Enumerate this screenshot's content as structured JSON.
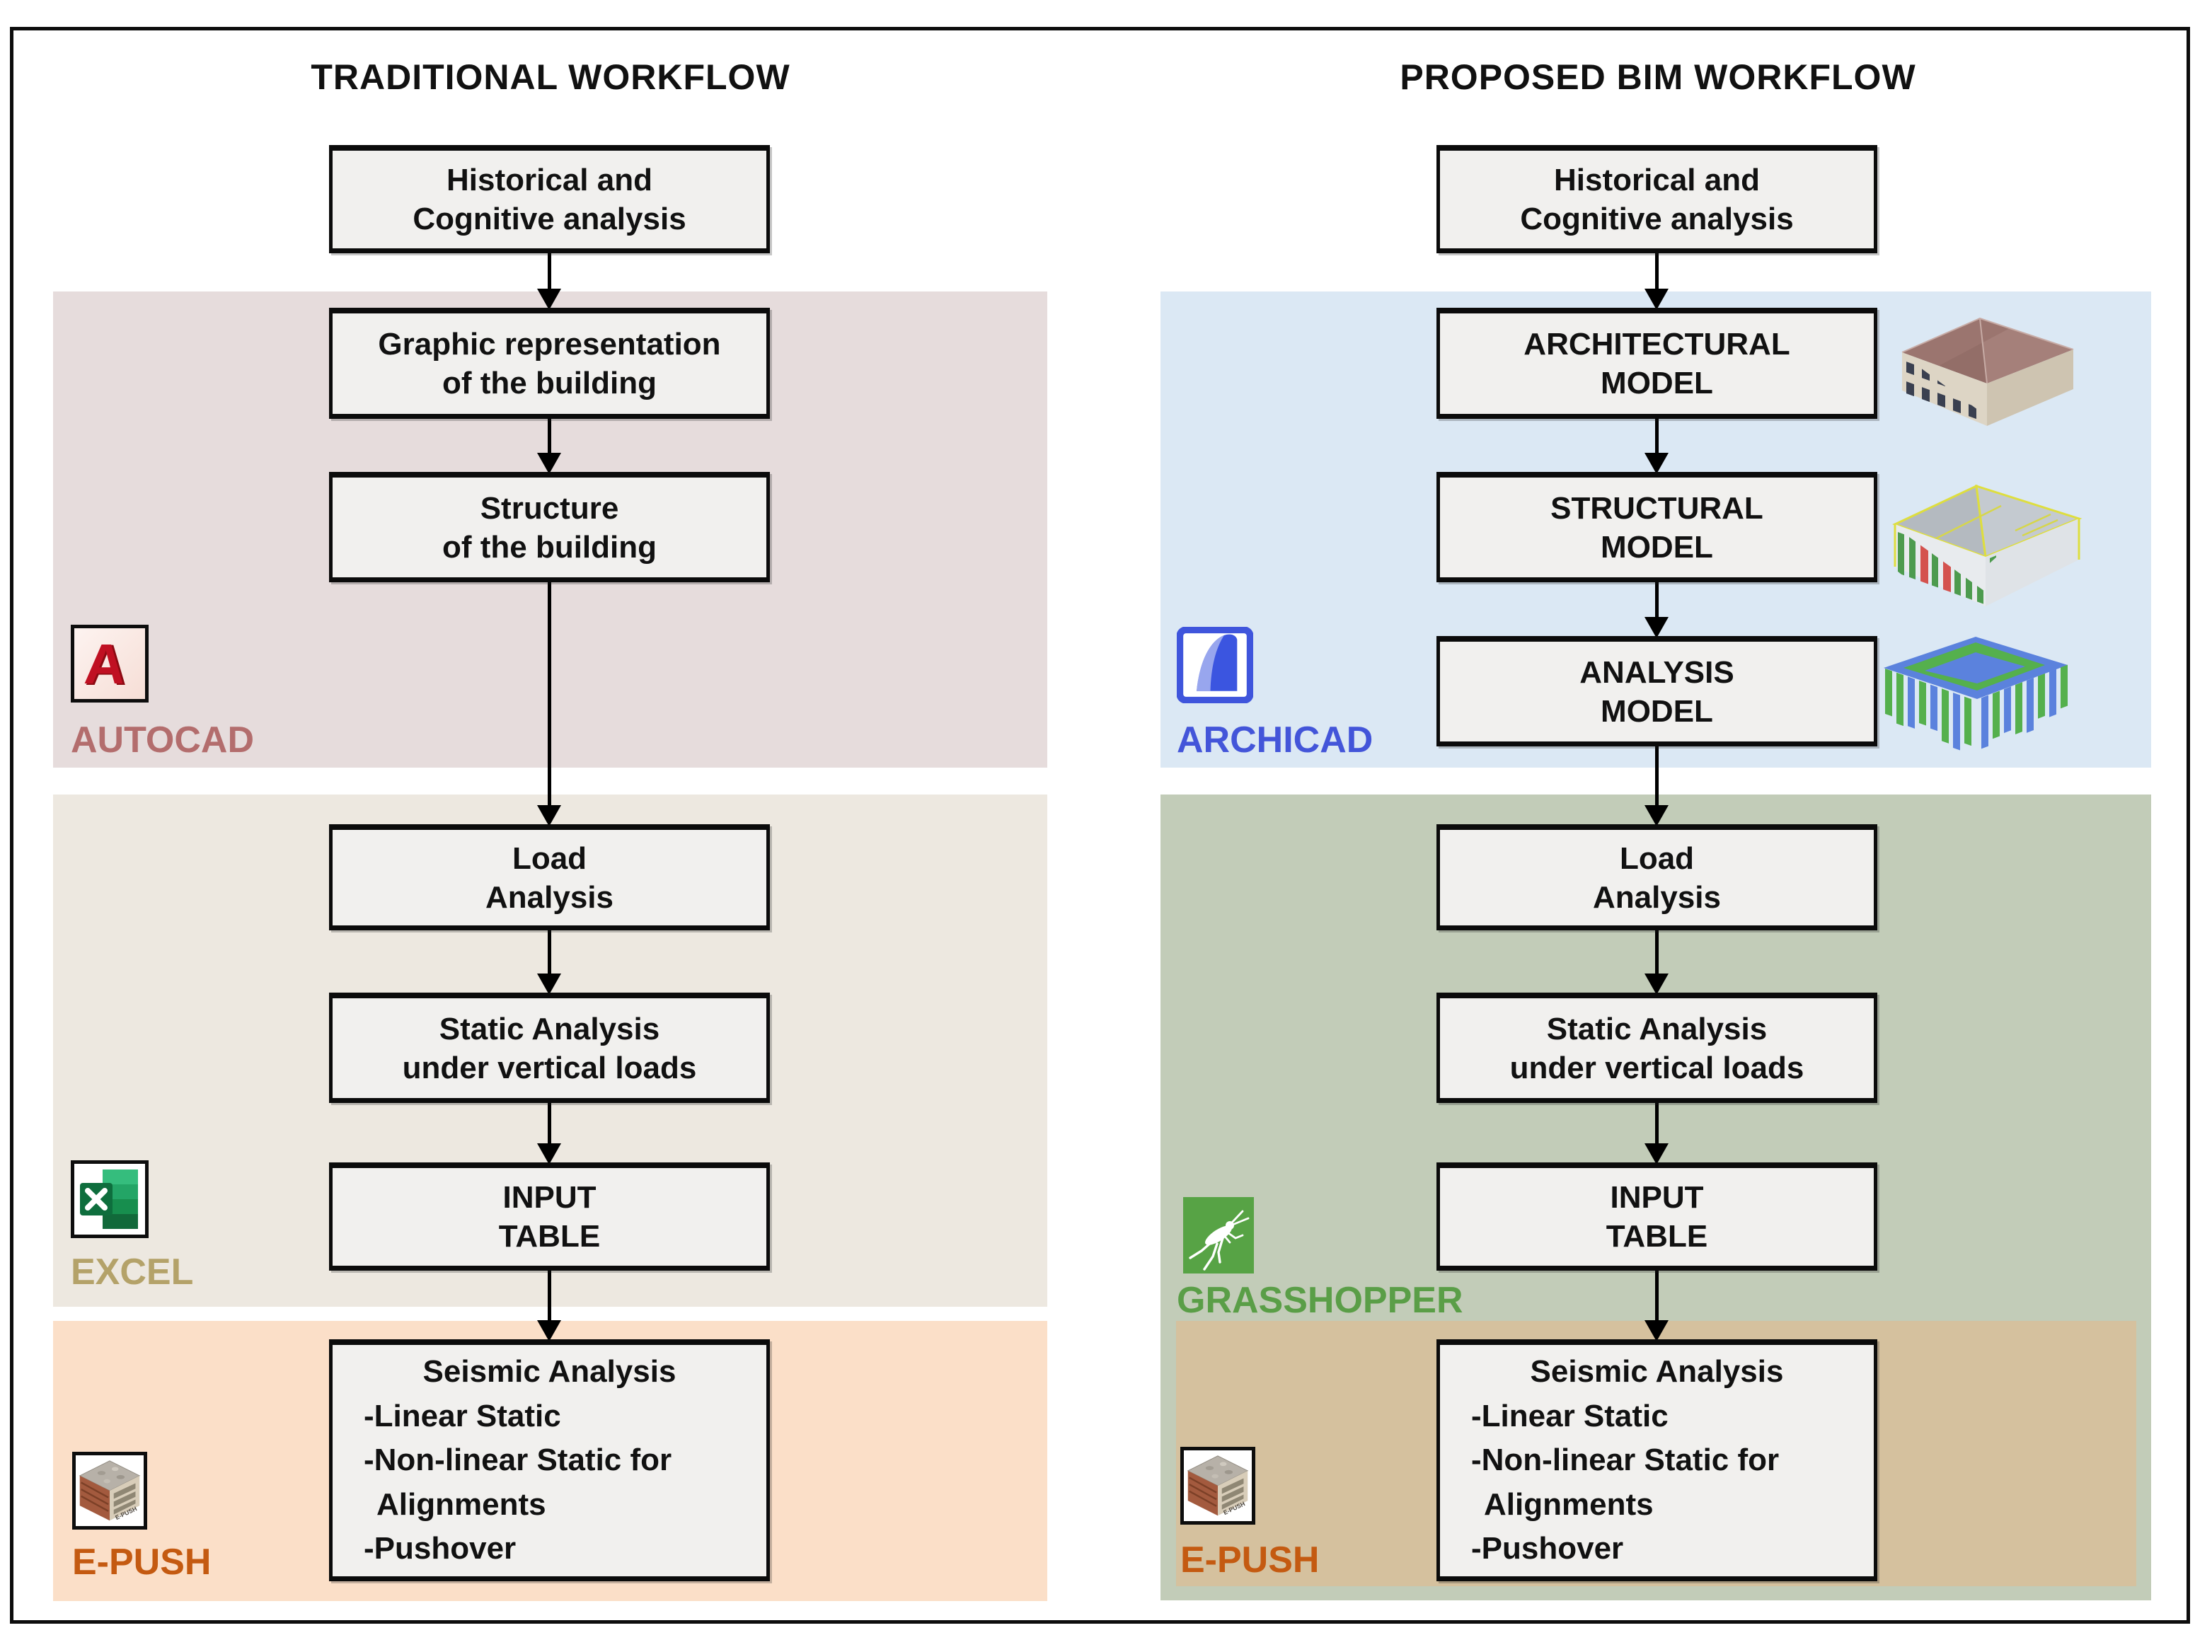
{
  "diagram": {
    "colors": {
      "autocad_region": "#e6dcdc",
      "excel_region": "#ede8e0",
      "epush_region_left": "#fbdfc8",
      "archicad_region": "#dbe8f4",
      "grasshopper_region": "#c2ccb8",
      "epush_region_right": "#d5c19e",
      "box_fill": "#f1f0ee"
    },
    "left": {
      "title": "TRADITIONAL WORKFLOW",
      "nodes": {
        "historical": {
          "l1": "Historical and",
          "l2": "Cognitive analysis"
        },
        "graphic": {
          "l1": "Graphic representation",
          "l2": "of the building"
        },
        "structure": {
          "l1": "Structure",
          "l2": "of the building"
        },
        "load": {
          "l1": "Load",
          "l2": "Analysis"
        },
        "static": {
          "l1": "Static Analysis",
          "l2": "under vertical loads"
        },
        "input": {
          "l1": "INPUT",
          "l2": "TABLE"
        },
        "seismic": {
          "title": "Seismic Analysis",
          "items": [
            "-Linear Static",
            "-Non-linear Static for",
            "Alignments",
            "-Pushover"
          ]
        }
      },
      "tools": {
        "autocad": {
          "label": "AUTOCAD",
          "color": "#b36d6d"
        },
        "excel": {
          "label": "EXCEL",
          "color": "#b4a269"
        },
        "epush": {
          "label": "E-PUSH",
          "color": "#c45a11"
        }
      }
    },
    "right": {
      "title": "PROPOSED BIM WORKFLOW",
      "nodes": {
        "historical": {
          "l1": "Historical and",
          "l2": "Cognitive analysis"
        },
        "architectural": {
          "l1": "ARCHITECTURAL",
          "l2": "MODEL"
        },
        "structural": {
          "l1": "STRUCTURAL",
          "l2": "MODEL"
        },
        "analysis": {
          "l1": "ANALYSIS",
          "l2": "MODEL"
        },
        "load": {
          "l1": "Load",
          "l2": "Analysis"
        },
        "static": {
          "l1": "Static Analysis",
          "l2": "under vertical loads"
        },
        "input": {
          "l1": "INPUT",
          "l2": "TABLE"
        },
        "seismic": {
          "title": "Seismic Analysis",
          "items": [
            "-Linear Static",
            "-Non-linear Static for",
            "Alignments",
            "-Pushover"
          ]
        }
      },
      "tools": {
        "archicad": {
          "label": "ARCHICAD",
          "color": "#4355d9"
        },
        "grasshopper": {
          "label": "GRASSHOPPER",
          "color": "#5a9e47"
        },
        "epush": {
          "label": "E-PUSH",
          "color": "#c45a11"
        }
      }
    }
  }
}
